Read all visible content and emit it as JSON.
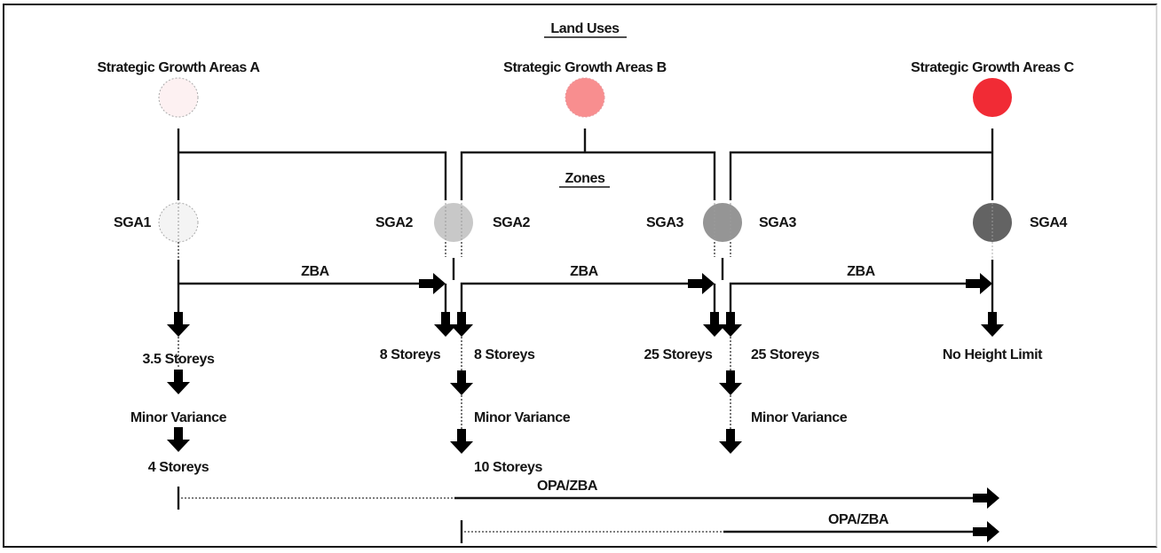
{
  "headers": {
    "land_uses": "Land Uses",
    "zones": "Zones"
  },
  "land_uses": [
    {
      "label": "Strategic Growth Areas A",
      "color": "#fdf1f2"
    },
    {
      "label": "Strategic Growth Areas B",
      "color": "#f88e8f"
    },
    {
      "label": "Strategic Growth Areas C",
      "color": "#f12b35"
    }
  ],
  "zones": [
    {
      "label": "SGA1",
      "color": "#f4f4f4"
    },
    {
      "label_left": "SGA2",
      "label_right": "SGA2",
      "color": "#c8c8c8"
    },
    {
      "label_left": "SGA3",
      "label_right": "SGA3",
      "color": "#959595"
    },
    {
      "label": "SGA4",
      "color": "#636363"
    }
  ],
  "transitions": {
    "zba": [
      "ZBA",
      "ZBA",
      "ZBA"
    ],
    "opa_zba": [
      "OPA/ZBA",
      "OPA/ZBA"
    ]
  },
  "heights": {
    "sga1": [
      "3.5 Storeys",
      "Minor Variance",
      "4 Storeys"
    ],
    "sga2_left": "8 Storeys",
    "sga2_right": [
      "8 Storeys",
      "Minor Variance",
      "10 Storeys"
    ],
    "sga3_left": "25 Storeys",
    "sga3_right": [
      "25 Storeys",
      "Minor Variance"
    ],
    "sga4": "No Height Limit"
  }
}
